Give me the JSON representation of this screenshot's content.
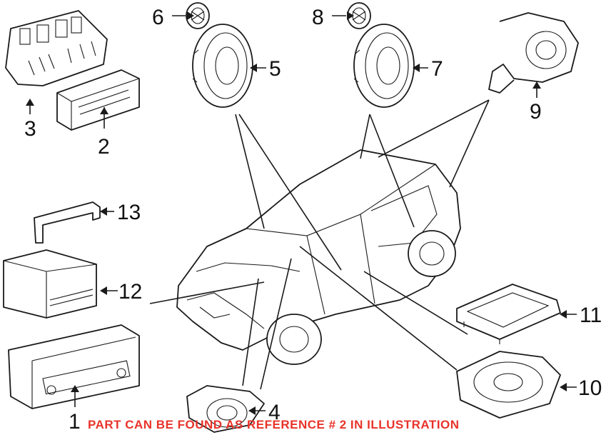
{
  "diagram": {
    "callouts": [
      "1",
      "2",
      "3",
      "4",
      "5",
      "6",
      "7",
      "8",
      "9",
      "10",
      "11",
      "12",
      "13"
    ],
    "note": "PART CAN BE FOUND AS REFERENCE # 2 IN ILLUSTRATION",
    "note_color": "#e8332a"
  }
}
